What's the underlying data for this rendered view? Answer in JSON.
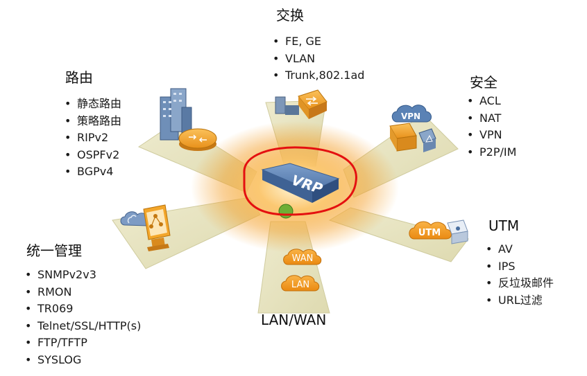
{
  "center": {
    "label": "VRP"
  },
  "sections": {
    "switching": {
      "title": "交换",
      "items": [
        "FE, GE",
        "VLAN",
        "Trunk,802.1ad"
      ]
    },
    "routing": {
      "title": "路由",
      "items": [
        "静态路由",
        "策略路由",
        "RIPv2",
        "OSPFv2",
        "BGPv4"
      ]
    },
    "security": {
      "title": "安全",
      "items": [
        "ACL",
        "NAT",
        "VPN",
        "P2P/IM"
      ]
    },
    "utm": {
      "title": "UTM",
      "items": [
        "AV",
        "IPS",
        "反垃圾邮件",
        "URL过滤"
      ]
    },
    "management": {
      "title": "统一管理",
      "items": [
        "SNMPv2v3",
        "RMON",
        "TR069",
        "Telnet/SSL/HTTP(s)",
        "FTP/TFTP",
        "SYSLOG"
      ]
    },
    "lanwan": {
      "title": "LAN/WAN"
    }
  },
  "icons": {
    "vpn_cloud": "VPN",
    "utm_cloud": "UTM",
    "wan_cloud": "WAN",
    "lan_cloud": "LAN"
  },
  "colors": {
    "spoke_fill": "#e9e6c2",
    "glow": "#f39a1e",
    "router_orange": "#f0a323",
    "highlight_circle": "#e41010",
    "vrp_box": "#5f84b8"
  }
}
